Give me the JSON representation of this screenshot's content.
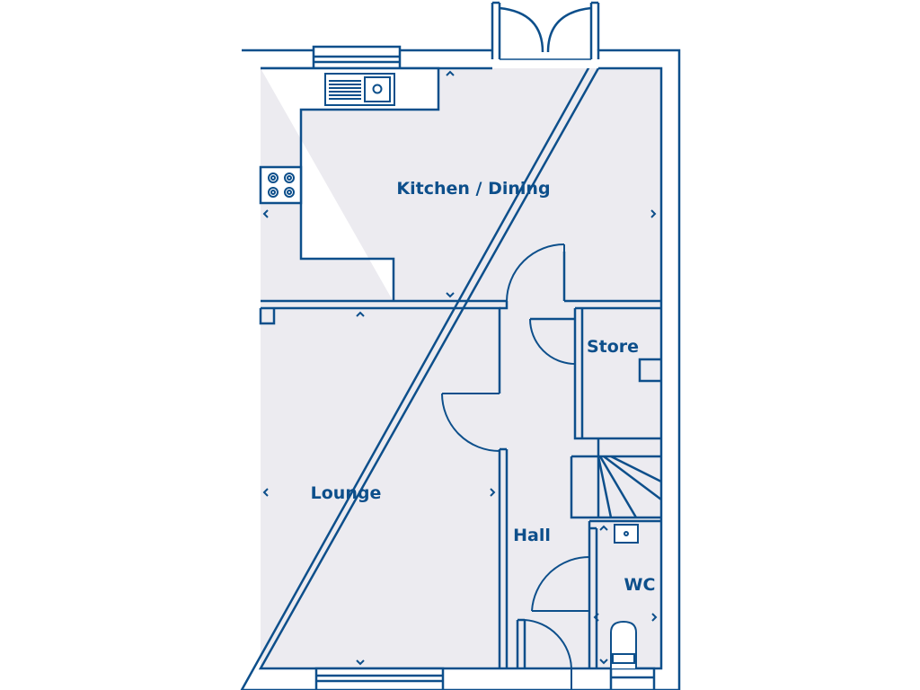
{
  "colors": {
    "wall": "#0d4f8b",
    "floor": "#ecebf0",
    "background": "#ffffff"
  },
  "rooms": {
    "kitchen_dining": "Kitchen / Dining",
    "lounge": "Lounge",
    "store": "Store",
    "hall": "Hall",
    "wc": "WC"
  },
  "icons": {
    "dimension_marker": "chevron-icon",
    "sink": "sink-icon",
    "hob": "hob-icon",
    "basin": "basin-icon",
    "toilet": "toilet-icon"
  }
}
